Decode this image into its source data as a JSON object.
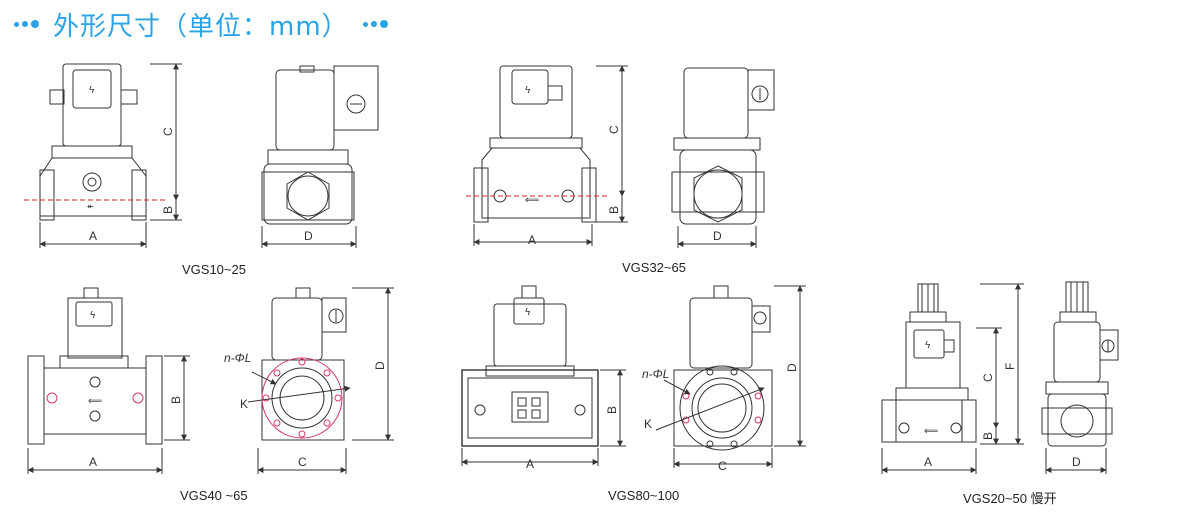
{
  "header": {
    "title": "外形尺寸（单位：mm）"
  },
  "models": {
    "vgs10_25": {
      "caption": "VGS10~25",
      "dim_a": "A",
      "dim_b": "B",
      "dim_c": "C",
      "dim_d": "D"
    },
    "vgs32_65": {
      "caption": "VGS32~65",
      "dim_a": "A",
      "dim_b": "B",
      "dim_c": "C",
      "dim_d": "D"
    },
    "vgs40_65": {
      "caption": "VGS40 ~65",
      "dim_a": "A",
      "dim_b": "B",
      "dim_c": "C",
      "dim_d": "D",
      "dim_n": "n-ΦL",
      "dim_k": "K"
    },
    "vgs80_100": {
      "caption": "VGS80~100",
      "dim_a": "A",
      "dim_b": "B",
      "dim_c": "C",
      "dim_d": "D",
      "dim_n": "n-ΦL",
      "dim_k": "K"
    },
    "vgs20_50": {
      "caption": "VGS20~50  慢开",
      "dim_a": "A",
      "dim_b": "B",
      "dim_c": "C",
      "dim_d": "D",
      "dim_f": "F"
    }
  },
  "colors": {
    "accent": "#2aa3e6",
    "line": "#333333",
    "centerline": "#e02020",
    "bolt": "#d23b6a"
  }
}
